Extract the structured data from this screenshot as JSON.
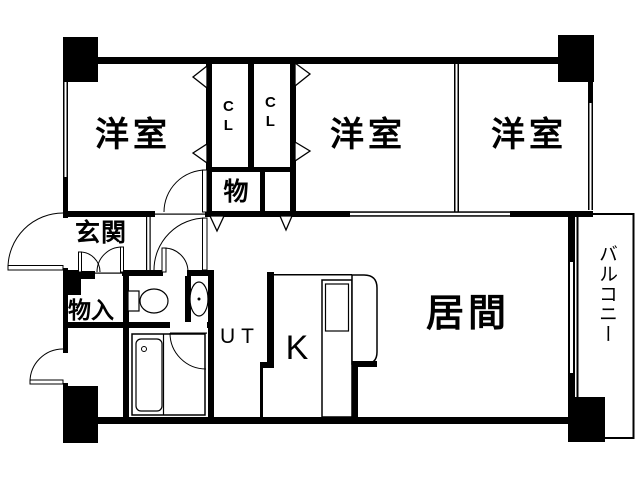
{
  "floor_plan": {
    "rooms": {
      "bedroom_left": {
        "label": "洋室"
      },
      "bedroom_middle": {
        "label": "洋室"
      },
      "bedroom_right": {
        "label": "洋室"
      },
      "closet_1": {
        "label": "CL"
      },
      "closet_2": {
        "label": "CL"
      },
      "storage_small": {
        "label": "物"
      },
      "entrance": {
        "label": "玄関"
      },
      "storage_closet": {
        "label": "物入"
      },
      "utility": {
        "label": "UT"
      },
      "kitchen": {
        "label": "K"
      },
      "living_room": {
        "label": "居間"
      },
      "balcony": {
        "label": "バルコニー"
      }
    },
    "colors": {
      "line": "#000000",
      "background": "#ffffff"
    }
  }
}
